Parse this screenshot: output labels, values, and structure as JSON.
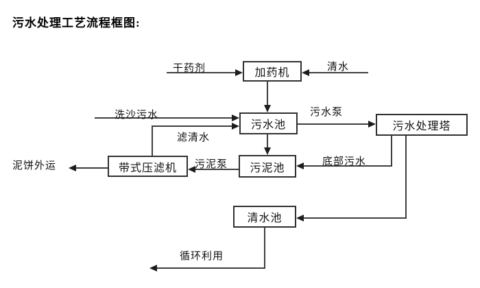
{
  "title": "污水处理工艺流程框图:",
  "colors": {
    "background": "#ffffff",
    "line": "#3d3d3d",
    "box_border": "#2f2f2f",
    "text": "#111111"
  },
  "diagram": {
    "nodes": [
      {
        "id": "dosing-machine",
        "label": "加药机"
      },
      {
        "id": "sewage-pool",
        "label": "污水池"
      },
      {
        "id": "sewage-treatment-tower",
        "label": "污水处理塔"
      },
      {
        "id": "belt-filter-press",
        "label": "带式压滤机"
      },
      {
        "id": "sludge-pool",
        "label": "污泥池"
      },
      {
        "id": "clean-water-pool",
        "label": "清水池"
      }
    ],
    "flow_labels": [
      {
        "id": "dry-chemical",
        "text": "干药剂"
      },
      {
        "id": "clean-water",
        "text": "清水"
      },
      {
        "id": "sand-washing-sewage",
        "text": "洗沙污水"
      },
      {
        "id": "filtered-water",
        "text": "滤清水"
      },
      {
        "id": "sewage-pump",
        "text": "污水泵"
      },
      {
        "id": "bottom-sewage",
        "text": "底部污水"
      },
      {
        "id": "sludge-pump",
        "text": "污泥泵"
      },
      {
        "id": "mud-cake-out",
        "text": "泥饼外运"
      },
      {
        "id": "recycle-use",
        "text": "循环利用"
      }
    ]
  }
}
